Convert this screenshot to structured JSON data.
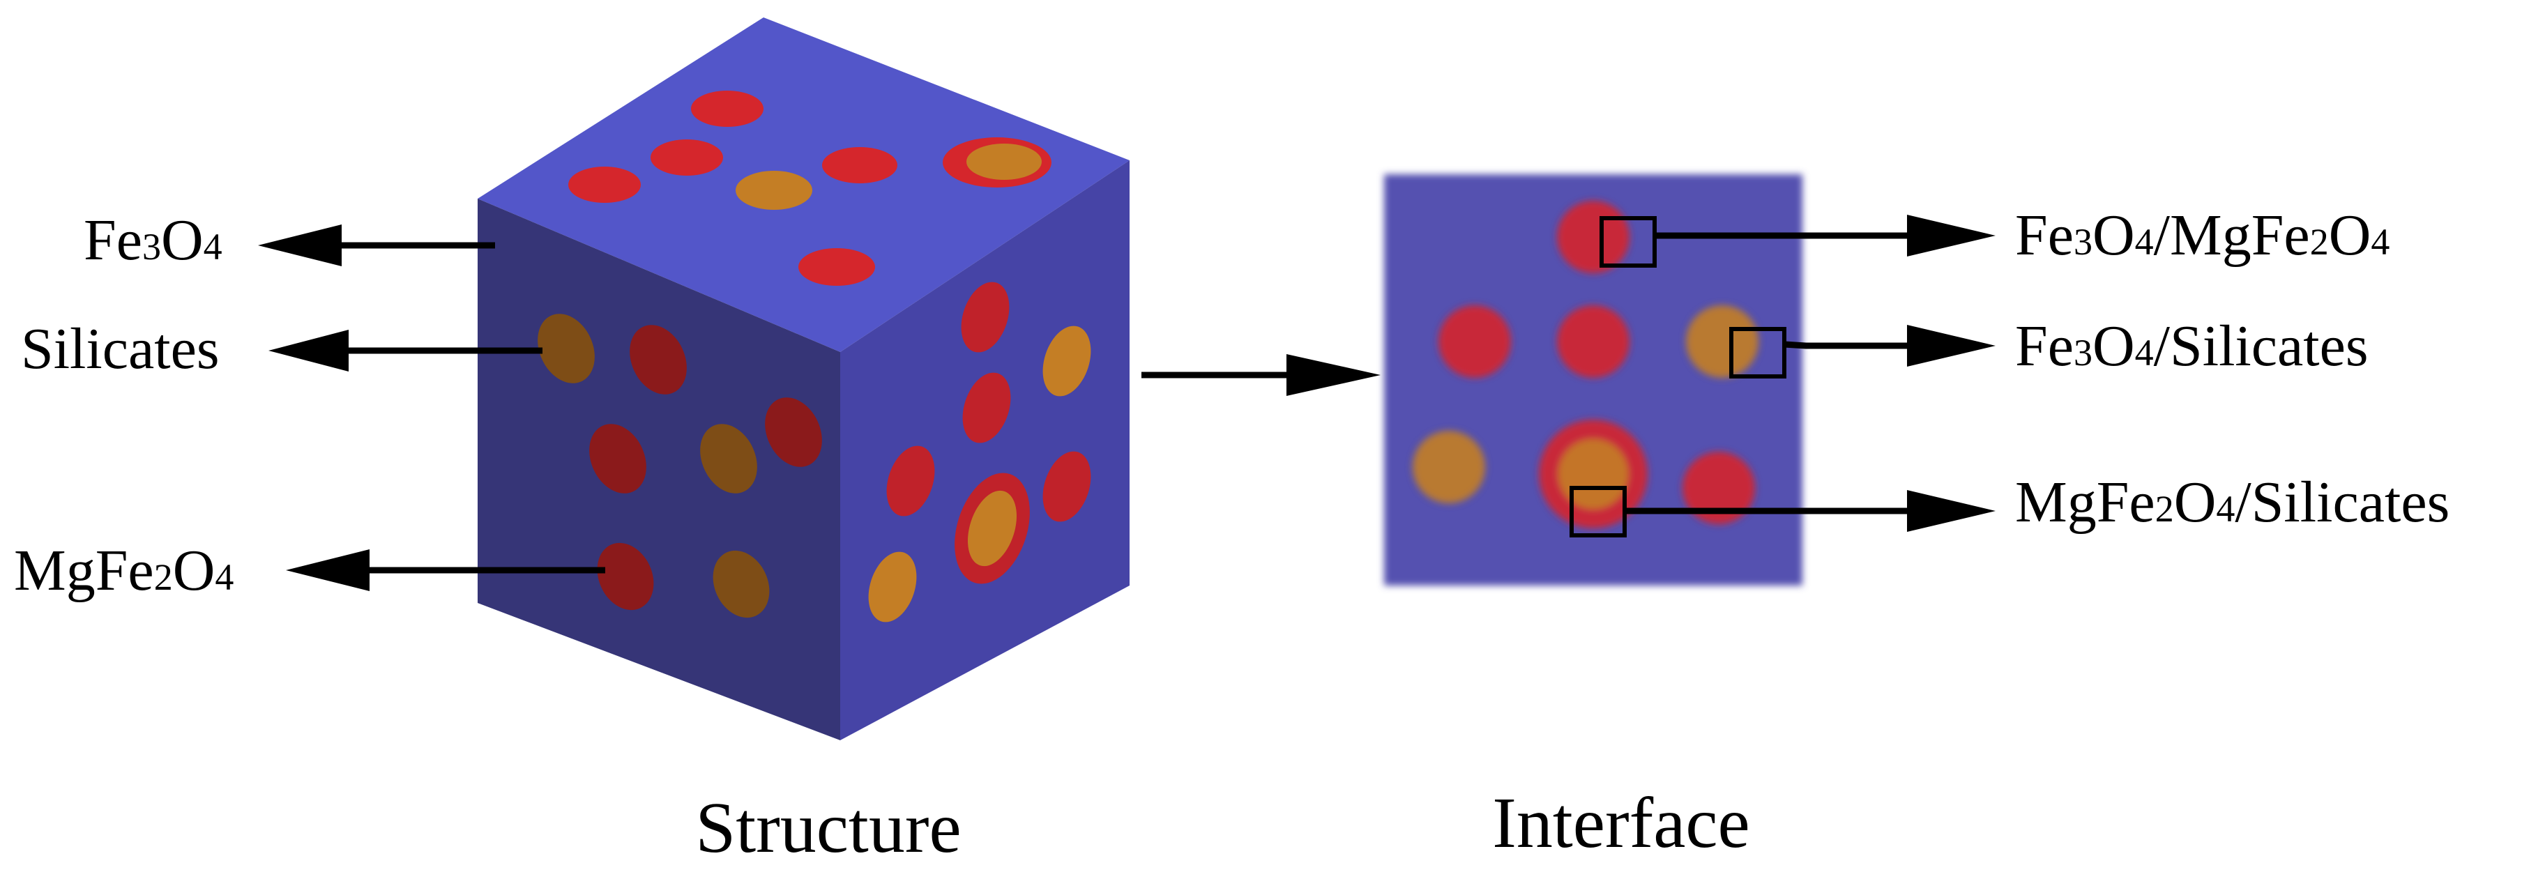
{
  "labels": {
    "fe3o4": {
      "main": "Fe",
      "s1": "3",
      "mid": "O",
      "s2": "4"
    },
    "silicates": "Silicates",
    "mgfe2o4": {
      "a": "MgFe",
      "s1": "2",
      "b": "O",
      "s2": "4"
    },
    "fe3o4_mgfe2o4": {
      "a": "Fe",
      "s1": "3",
      "b": "O",
      "s2": "4",
      "c": "/MgFe",
      "s3": "2",
      "d": "O",
      "s4": "4"
    },
    "fe3o4_silicates": {
      "a": "Fe",
      "s1": "3",
      "b": "O",
      "s2": "4",
      "c": "/Silicates"
    },
    "mgfe2o4_silicates": {
      "a": "MgFe",
      "s1": "2",
      "b": "O",
      "s2": "4",
      "c": "/Silicates"
    }
  },
  "captions": {
    "structure": "Structure",
    "interface": "Interface"
  },
  "colors": {
    "matrix_top": "#5356C9",
    "matrix_left": "#363577",
    "matrix_right": "#4644A6",
    "matrix_square": "#5451B0",
    "fe3o4_phase": "#D5262C",
    "mgfe2o4_phase": "#8B1A1B",
    "silicate_phase": "#C47E25",
    "arrow": "#000000"
  }
}
